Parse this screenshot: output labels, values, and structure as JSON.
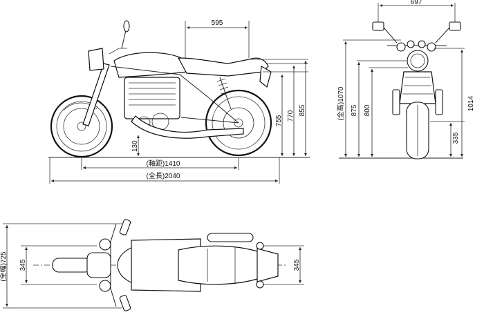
{
  "side_view": {
    "seat_length": "595",
    "ground_clearance": "130",
    "wheelbase": "(軸距)1410",
    "overall_length": "(全長)2040",
    "heights": [
      "755",
      "770",
      "855"
    ]
  },
  "front_view": {
    "width": "697",
    "overall_height": "(全高)1070",
    "heights": [
      "875",
      "800"
    ],
    "right_heights": [
      "1014",
      "335"
    ]
  },
  "top_view": {
    "overall_width": "(全幅)725",
    "left_width": "345",
    "right_width": "345"
  }
}
